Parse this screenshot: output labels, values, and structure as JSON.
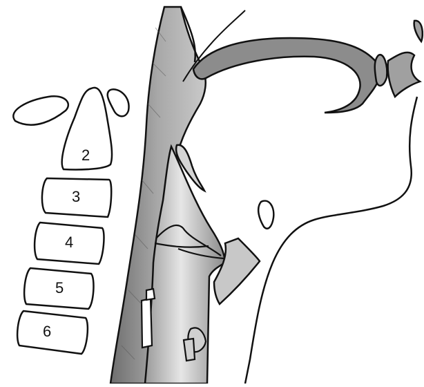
{
  "vertebrae": [
    {
      "id": "c2",
      "label": "2"
    },
    {
      "id": "c3",
      "label": "3"
    },
    {
      "id": "c4",
      "label": "4"
    },
    {
      "id": "c5",
      "label": "5"
    },
    {
      "id": "c6",
      "label": "6"
    }
  ],
  "colors": {
    "outline": "#111111",
    "airway_shade": "#8c8c8c",
    "tissue_shade": "#d4d4d4",
    "background": "#ffffff"
  }
}
